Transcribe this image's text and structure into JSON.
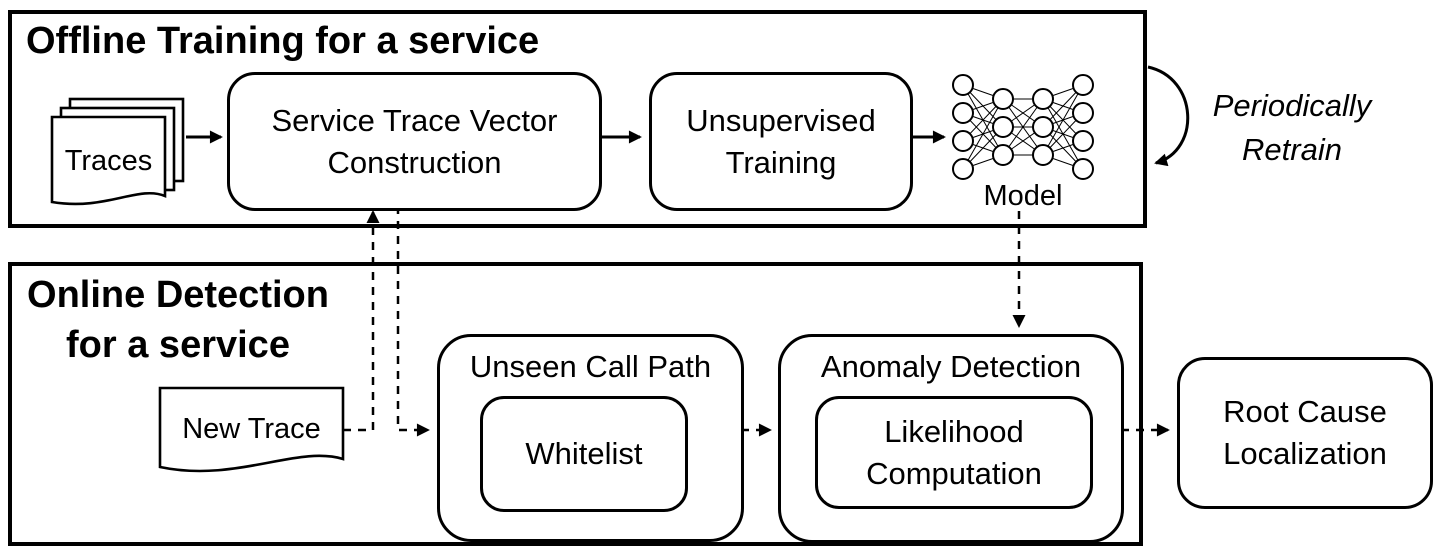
{
  "colors": {
    "ink": "#000000",
    "background": "#ffffff"
  },
  "offline": {
    "title": "Offline Training for a service",
    "traces_label": "Traces",
    "stvc_lines": [
      "Service Trace Vector",
      "Construction"
    ],
    "unsupervised_lines": [
      "Unsupervised",
      "Training"
    ],
    "model_label": "Model",
    "retrain_lines": [
      "Periodically",
      "Retrain"
    ]
  },
  "online": {
    "title_lines": [
      "Online Detection",
      "for a service"
    ],
    "new_trace_label": "New Trace",
    "unseen_call_path_label": "Unseen Call Path",
    "whitelist_label": "Whitelist",
    "anomaly_detection_label": "Anomaly Detection",
    "likelihood_lines": [
      "Likelihood",
      "Computation"
    ],
    "root_cause_lines": [
      "Root Cause",
      "Localization"
    ]
  }
}
